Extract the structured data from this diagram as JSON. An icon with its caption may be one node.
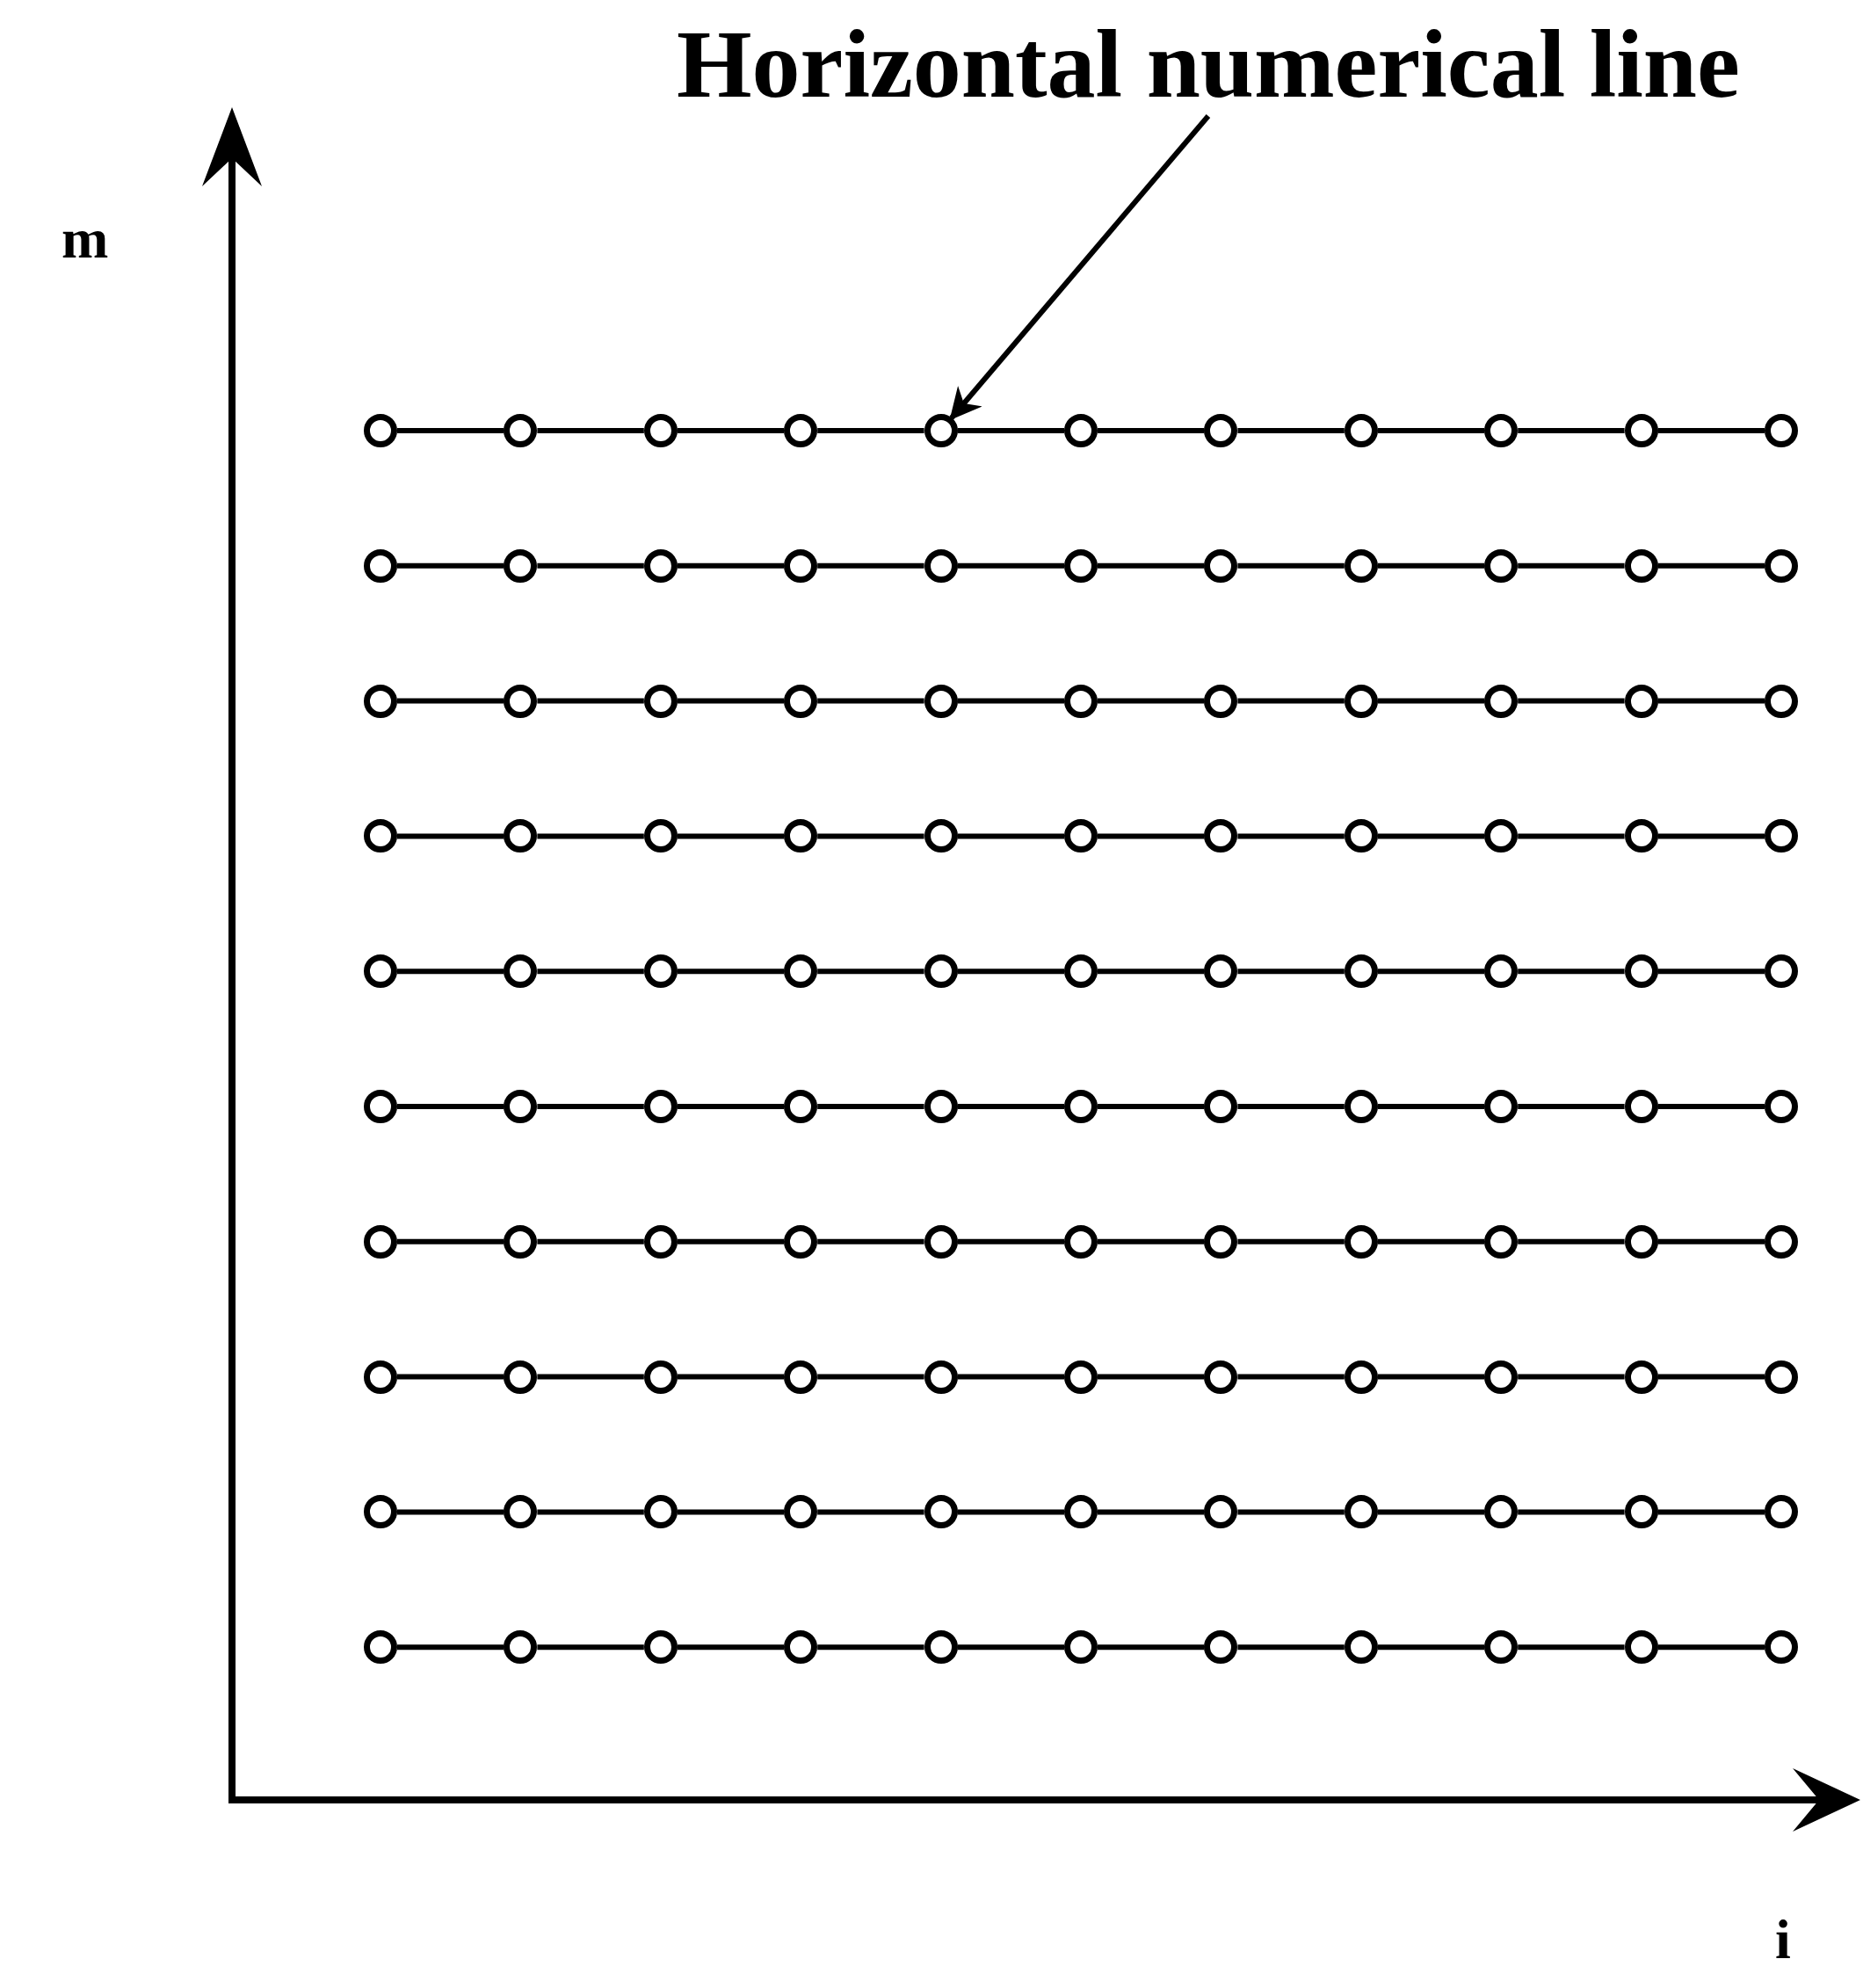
{
  "diagram": {
    "nodes": [
      {
        "text": [
          "Horizontal numerical line"
        ]
      },
      {
        "text": [],
        "shape": "circle"
      },
      {
        "text": [],
        "shape": "circle"
      },
      {
        "text": [],
        "shape": "circle"
      },
      {
        "text": [],
        "shape": "circle"
      },
      {
        "text": [],
        "shape": "circle"
      },
      {
        "text": [],
        "shape": "circle"
      },
      {
        "text": [],
        "shape": "circle"
      },
      {
        "text": [],
        "shape": "circle"
      },
      {
        "text": [],
        "shape": "circle"
      },
      {
        "text": [],
        "shape": "circle"
      },
      {
        "text": [],
        "shape": "circle"
      },
      {
        "text": [],
        "shape": "circle"
      },
      {
        "text": [],
        "shape": "circle"
      },
      {
        "text": [],
        "shape": "circle"
      },
      {
        "text": [],
        "shape": "circle"
      },
      {
        "text": [],
        "shape": "circle"
      },
      {
        "text": [],
        "shape": "circle"
      },
      {
        "text": [],
        "shape": "circle"
      },
      {
        "text": [],
        "shape": "circle"
      },
      {
        "text": [],
        "shape": "circle"
      },
      {
        "text": [],
        "shape": "circle"
      },
      {
        "text": [],
        "shape": "circle"
      },
      {
        "text": [],
        "shape": "circle"
      },
      {
        "text": [],
        "shape": "circle"
      },
      {
        "text": [],
        "shape": "circle"
      },
      {
        "text": [],
        "shape": "circle"
      },
      {
        "text": [],
        "shape": "circle"
      },
      {
        "text": [],
        "shape": "circle"
      },
      {
        "text": [],
        "shape": "circle"
      },
      {
        "text": [],
        "shape": "circle"
      },
      {
        "text": [],
        "shape": "circle"
      },
      {
        "text": [],
        "shape": "circle"
      },
      {
        "text": [],
        "shape": "circle"
      },
      {
        "text": [],
        "shape": "circle"
      },
      {
        "text": [],
        "shape": "circle"
      },
      {
        "text": [],
        "shape": "circle"
      },
      {
        "text": [],
        "shape": "circle"
      },
      {
        "text": [],
        "shape": "circle"
      },
      {
        "text": [],
        "shape": "circle"
      },
      {
        "text": [],
        "shape": "circle"
      },
      {
        "text": [],
        "shape": "circle"
      },
      {
        "text": [],
        "shape": "circle"
      },
      {
        "text": [],
        "shape": "circle"
      },
      {
        "text": [],
        "shape": "circle"
      },
      {
        "text": [],
        "shape": "circle"
      },
      {
        "text": [],
        "shape": "circle"
      },
      {
        "text": [],
        "shape": "circle"
      },
      {
        "text": [],
        "shape": "circle"
      },
      {
        "text": [],
        "shape": "circle"
      },
      {
        "text": [],
        "shape": "circle"
      },
      {
        "text": [],
        "shape": "circle"
      },
      {
        "text": [],
        "shape": "circle"
      },
      {
        "text": [],
        "shape": "circle"
      },
      {
        "text": [],
        "shape": "circle"
      },
      {
        "text": [],
        "shape": "circle"
      },
      {
        "text": [],
        "shape": "circle"
      },
      {
        "text": [],
        "shape": "circle"
      },
      {
        "text": [],
        "shape": "circle"
      },
      {
        "text": [],
        "shape": "circle"
      },
      {
        "text": [],
        "shape": "circle"
      },
      {
        "text": [],
        "shape": "circle"
      },
      {
        "text": [],
        "shape": "circle"
      },
      {
        "text": [],
        "shape": "circle"
      },
      {
        "text": [],
        "shape": "circle"
      },
      {
        "text": [],
        "shape": "circle"
      },
      {
        "text": [],
        "shape": "circle"
      },
      {
        "text": [],
        "shape": "circle"
      },
      {
        "text": [],
        "shape": "circle"
      },
      {
        "text": [],
        "shape": "circle"
      },
      {
        "text": [],
        "shape": "circle"
      },
      {
        "text": [],
        "shape": "circle"
      },
      {
        "text": [],
        "shape": "circle"
      },
      {
        "text": [],
        "shape": "circle"
      },
      {
        "text": [],
        "shape": "circle"
      },
      {
        "text": [],
        "shape": "circle"
      },
      {
        "text": [],
        "shape": "circle"
      },
      {
        "text": [],
        "shape": "circle"
      },
      {
        "text": [],
        "shape": "circle"
      },
      {
        "text": [],
        "shape": "circle"
      },
      {
        "text": [],
        "shape": "circle"
      },
      {
        "text": [],
        "shape": "circle"
      },
      {
        "text": [],
        "shape": "circle"
      },
      {
        "text": [],
        "shape": "circle"
      },
      {
        "text": [],
        "shape": "circle"
      },
      {
        "text": [],
        "shape": "circle"
      },
      {
        "text": [],
        "shape": "circle"
      },
      {
        "text": [],
        "shape": "circle"
      },
      {
        "text": [],
        "shape": "circle"
      },
      {
        "text": [],
        "shape": "circle"
      },
      {
        "text": [],
        "shape": "circle"
      },
      {
        "text": [],
        "shape": "circle"
      },
      {
        "text": [],
        "shape": "circle"
      },
      {
        "text": [],
        "shape": "circle"
      },
      {
        "text": [],
        "shape": "circle"
      },
      {
        "text": [],
        "shape": "circle"
      },
      {
        "text": [],
        "shape": "circle"
      },
      {
        "text": [],
        "shape": "circle"
      },
      {
        "text": [],
        "shape": "circle"
      },
      {
        "text": [],
        "shape": "circle"
      },
      {
        "text": [],
        "shape": "circle"
      },
      {
        "text": [],
        "shape": "circle"
      },
      {
        "text": [],
        "shape": "circle"
      },
      {
        "text": [],
        "shape": "circle"
      },
      {
        "text": [],
        "shape": "circle"
      },
      {
        "text": [],
        "shape": "circle"
      },
      {
        "text": [],
        "shape": "circle"
      },
      {
        "text": [],
        "shape": "circle"
      },
      {
        "text": [],
        "shape": "circle"
      },
      {
        "text": [],
        "shape": "circle"
      },
      {
        "text": [],
        "shape": "circle"
      }
    ],
    "edges": [
      {
        "from": 1,
        "to": 2,
        "arrow": "none"
      },
      {
        "from": 2,
        "to": 3,
        "arrow": "none"
      },
      {
        "from": 3,
        "to": 4,
        "arrow": "none"
      },
      {
        "from": 4,
        "to": 5,
        "arrow": "none"
      },
      {
        "from": 5,
        "to": 6,
        "arrow": "none"
      },
      {
        "from": 6,
        "to": 7,
        "arrow": "none"
      },
      {
        "from": 7,
        "to": 8,
        "arrow": "none"
      },
      {
        "from": 8,
        "to": 9,
        "arrow": "none"
      },
      {
        "from": 9,
        "to": 10,
        "arrow": "none"
      },
      {
        "from": 10,
        "to": 11,
        "arrow": "none"
      },
      {
        "from": 12,
        "to": 13,
        "arrow": "none"
      },
      {
        "from": 13,
        "to": 14,
        "arrow": "none"
      },
      {
        "from": 14,
        "to": 15,
        "arrow": "none"
      },
      {
        "from": 15,
        "to": 16,
        "arrow": "none"
      },
      {
        "from": 16,
        "to": 17,
        "arrow": "none"
      },
      {
        "from": 17,
        "to": 18,
        "arrow": "none"
      },
      {
        "from": 18,
        "to": 19,
        "arrow": "none"
      },
      {
        "from": 19,
        "to": 20,
        "arrow": "none"
      },
      {
        "from": 20,
        "to": 21,
        "arrow": "none"
      },
      {
        "from": 21,
        "to": 22,
        "arrow": "none"
      },
      {
        "from": 23,
        "to": 24,
        "arrow": "none"
      },
      {
        "from": 24,
        "to": 25,
        "arrow": "none"
      },
      {
        "from": 25,
        "to": 26,
        "arrow": "none"
      },
      {
        "from": 26,
        "to": 27,
        "arrow": "none"
      },
      {
        "from": 27,
        "to": 28,
        "arrow": "none"
      },
      {
        "from": 28,
        "to": 29,
        "arrow": "none"
      },
      {
        "from": 29,
        "to": 30,
        "arrow": "none"
      },
      {
        "from": 30,
        "to": 31,
        "arrow": "none"
      },
      {
        "from": 31,
        "to": 32,
        "arrow": "none"
      },
      {
        "from": 32,
        "to": 33,
        "arrow": "none"
      },
      {
        "from": 34,
        "to": 35,
        "arrow": "none"
      },
      {
        "from": 35,
        "to": 36,
        "arrow": "none"
      },
      {
        "from": 36,
        "to": 37,
        "arrow": "none"
      },
      {
        "from": 37,
        "to": 38,
        "arrow": "none"
      },
      {
        "from": 38,
        "to": 39,
        "arrow": "none"
      },
      {
        "from": 39,
        "to": 40,
        "arrow": "none"
      },
      {
        "from": 40,
        "to": 41,
        "arrow": "none"
      },
      {
        "from": 41,
        "to": 42,
        "arrow": "none"
      },
      {
        "from": 42,
        "to": 43,
        "arrow": "none"
      },
      {
        "from": 43,
        "to": 44,
        "arrow": "none"
      },
      {
        "from": 45,
        "to": 46,
        "arrow": "none"
      },
      {
        "from": 46,
        "to": 47,
        "arrow": "none"
      },
      {
        "from": 47,
        "to": 48,
        "arrow": "none"
      },
      {
        "from": 48,
        "to": 49,
        "arrow": "none"
      },
      {
        "from": 49,
        "to": 50,
        "arrow": "none"
      },
      {
        "from": 50,
        "to": 51,
        "arrow": "none"
      },
      {
        "from": 51,
        "to": 52,
        "arrow": "none"
      },
      {
        "from": 52,
        "to": 53,
        "arrow": "none"
      },
      {
        "from": 53,
        "to": 54,
        "arrow": "none"
      },
      {
        "from": 54,
        "to": 55,
        "arrow": "none"
      },
      {
        "from": 56,
        "to": 57,
        "arrow": "none"
      },
      {
        "from": 57,
        "to": 58,
        "arrow": "none"
      },
      {
        "from": 58,
        "to": 59,
        "arrow": "none"
      },
      {
        "from": 59,
        "to": 60,
        "arrow": "none"
      },
      {
        "from": 60,
        "to": 61,
        "arrow": "none"
      },
      {
        "from": 61,
        "to": 62,
        "arrow": "none"
      },
      {
        "from": 62,
        "to": 63,
        "arrow": "none"
      },
      {
        "from": 63,
        "to": 64,
        "arrow": "none"
      },
      {
        "from": 64,
        "to": 65,
        "arrow": "none"
      },
      {
        "from": 65,
        "to": 66,
        "arrow": "none"
      },
      {
        "from": 67,
        "to": 68,
        "arrow": "none"
      },
      {
        "from": 68,
        "to": 69,
        "arrow": "none"
      },
      {
        "from": 69,
        "to": 70,
        "arrow": "none"
      },
      {
        "from": 70,
        "to": 71,
        "arrow": "none"
      },
      {
        "from": 71,
        "to": 72,
        "arrow": "none"
      },
      {
        "from": 72,
        "to": 73,
        "arrow": "none"
      },
      {
        "from": 73,
        "to": 74,
        "arrow": "none"
      },
      {
        "from": 74,
        "to": 75,
        "arrow": "none"
      },
      {
        "from": 75,
        "to": 76,
        "arrow": "none"
      },
      {
        "from": 76,
        "to": 77,
        "arrow": "none"
      },
      {
        "from": 78,
        "to": 79,
        "arrow": "none"
      },
      {
        "from": 79,
        "to": 80,
        "arrow": "none"
      },
      {
        "from": 80,
        "to": 81,
        "arrow": "none"
      },
      {
        "from": 81,
        "to": 82,
        "arrow": "none"
      },
      {
        "from": 82,
        "to": 83,
        "arrow": "none"
      },
      {
        "from": 83,
        "to": 84,
        "arrow": "none"
      },
      {
        "from": 84,
        "to": 85,
        "arrow": "none"
      },
      {
        "from": 85,
        "to": 86,
        "arrow": "none"
      },
      {
        "from": 86,
        "to": 87,
        "arrow": "none"
      },
      {
        "from": 87,
        "to": 88,
        "arrow": "none"
      },
      {
        "from": 89,
        "to": 90,
        "arrow": "none"
      },
      {
        "from": 90,
        "to": 91,
        "arrow": "none"
      },
      {
        "from": 91,
        "to": 92,
        "arrow": "none"
      },
      {
        "from": 92,
        "to": 93,
        "arrow": "none"
      },
      {
        "from": 93,
        "to": 94,
        "arrow": "none"
      },
      {
        "from": 94,
        "to": 95,
        "arrow": "none"
      },
      {
        "from": 95,
        "to": 96,
        "arrow": "none"
      },
      {
        "from": 96,
        "to": 97,
        "arrow": "none"
      },
      {
        "from": 97,
        "to": 98,
        "arrow": "none"
      },
      {
        "from": 98,
        "to": 99,
        "arrow": "none"
      },
      {
        "from": 100,
        "to": 101,
        "arrow": "none"
      },
      {
        "from": 101,
        "to": 102,
        "arrow": "none"
      },
      {
        "from": 102,
        "to": 103,
        "arrow": "none"
      },
      {
        "from": 103,
        "to": 104,
        "arrow": "none"
      },
      {
        "from": 104,
        "to": 105,
        "arrow": "none"
      },
      {
        "from": 105,
        "to": 106,
        "arrow": "none"
      },
      {
        "from": 106,
        "to": 107,
        "arrow": "none"
      },
      {
        "from": 107,
        "to": 108,
        "arrow": "none"
      },
      {
        "from": 108,
        "to": 109,
        "arrow": "none"
      },
      {
        "from": 109,
        "to": 110,
        "arrow": "none"
      },
      {
        "from": 0,
        "to": 5,
        "arrow": "to"
      }
    ],
    "labels": [
      "m",
      "i"
    ]
  }
}
